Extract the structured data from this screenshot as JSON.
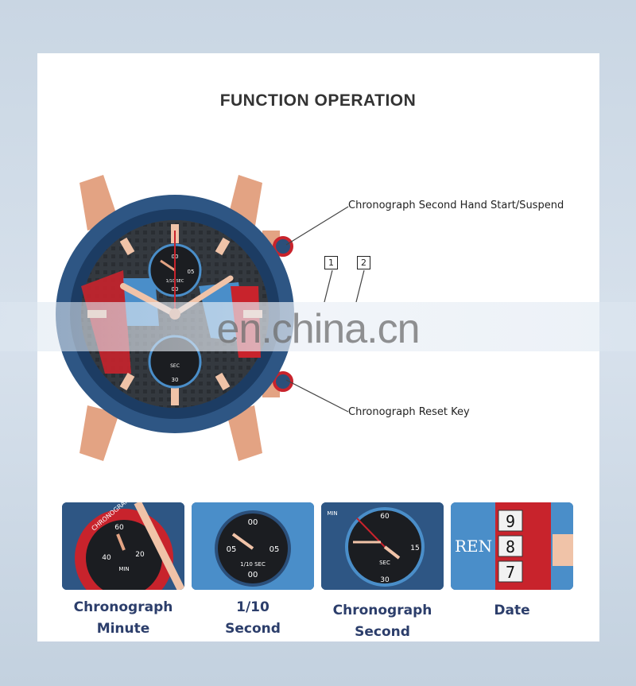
{
  "title": "FUNCTION OPERATION",
  "callouts": {
    "start": "Chronograph Second Hand Start/Suspend",
    "reset": "Chronograph Reset Key"
  },
  "markers": [
    "1",
    "2"
  ],
  "watermark": "en.china.cn",
  "dial": {
    "sub_top": {
      "left": "",
      "top": "00",
      "right": "05",
      "label": "1/10 SEC",
      "bottom": "00"
    },
    "sub_bottom": {
      "label": "SEC",
      "value": "30"
    }
  },
  "thumbnails": [
    {
      "label_line1": "Chronograph",
      "label_line2": "Minute",
      "ring_text": "CHRONOGRAPH",
      "nums": [
        "60",
        "20",
        "40",
        "MIN"
      ]
    },
    {
      "label_line1": "1/10",
      "label_line2": "Second",
      "nums": [
        "00",
        "05",
        "05",
        "1/10 SEC",
        "00"
      ]
    },
    {
      "label_line1": "Chronograph",
      "label_line2": "Second",
      "nums": [
        "60",
        "MIN",
        "15",
        "SEC",
        "30"
      ]
    },
    {
      "label_line1": "Date",
      "label_line2": "",
      "brand": "REN",
      "digits": [
        "9",
        "8",
        "7"
      ]
    }
  ],
  "colors": {
    "navy": "#2b4f7a",
    "rose_gold": "#e3a383",
    "red": "#c8232c",
    "label_blue": "#2c3e6b"
  }
}
